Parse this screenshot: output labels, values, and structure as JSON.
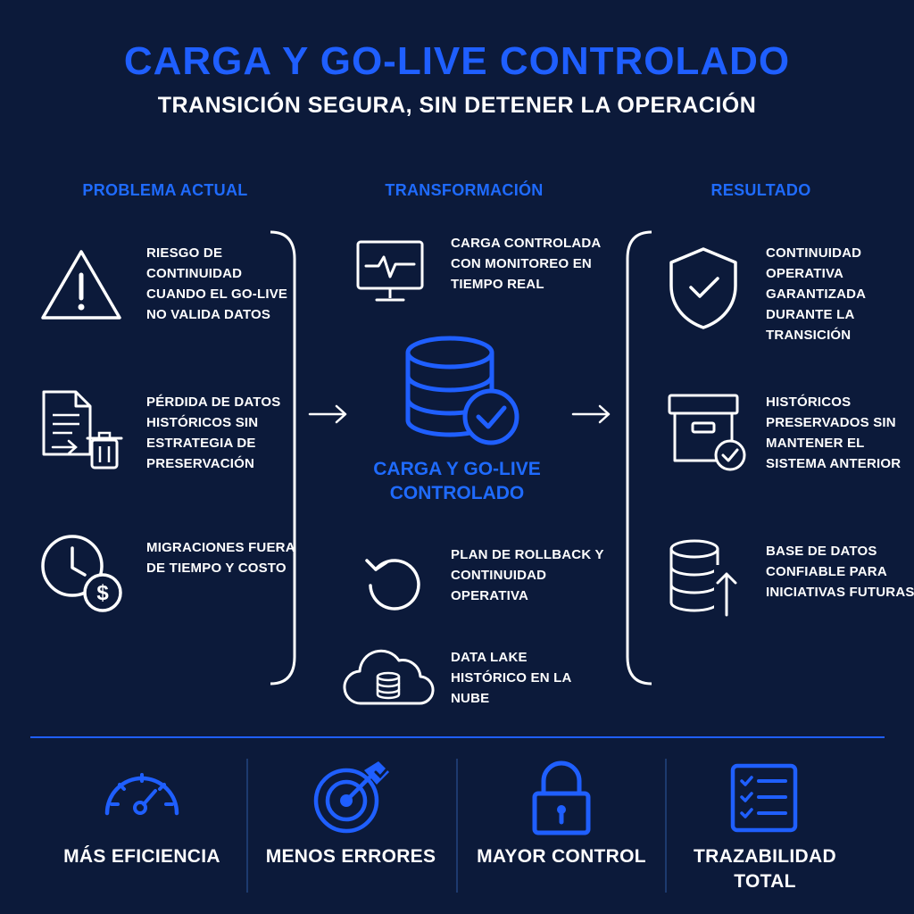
{
  "header": {
    "title": "CARGA Y GO-LIVE CONTROLADO",
    "subtitle": "TRANSICIÓN SEGURA, SIN DETENER LA OPERACIÓN"
  },
  "columns": {
    "problem": {
      "heading": "PROBLEMA ACTUAL",
      "items": [
        {
          "icon": "warning-icon",
          "text": "RIESGO DE CONTINUIDAD CUANDO EL GO-LIVE NO VALIDA DATOS"
        },
        {
          "icon": "document-trash-icon",
          "text": "PÉRDIDA DE DATOS HISTÓRICOS SIN ESTRATEGIA DE PRESERVACIÓN"
        },
        {
          "icon": "clock-cost-icon",
          "text": "MIGRACIONES FUERA DE TIEMPO Y COSTO"
        }
      ]
    },
    "transformation": {
      "heading": "TRANSFORMACIÓN",
      "center_label": "CARGA Y GO-LIVE CONTROLADO",
      "items": [
        {
          "icon": "monitor-pulse-icon",
          "text": "CARGA CONTROLADA CON MONITOREO EN TIEMPO REAL"
        },
        {
          "icon": "rollback-icon",
          "text": "PLAN DE ROLLBACK Y CONTINUIDAD OPERATIVA"
        },
        {
          "icon": "cloud-database-icon",
          "text": "DATA LAKE HISTÓRICO EN LA NUBE"
        }
      ]
    },
    "result": {
      "heading": "RESULTADO",
      "items": [
        {
          "icon": "shield-check-icon",
          "text": "CONTINUIDAD OPERATIVA GARANTIZADA DURANTE LA TRANSICIÓN"
        },
        {
          "icon": "archive-box-icon",
          "text": "HISTÓRICOS PRESERVADOS SIN MANTENER EL SISTEMA ANTERIOR"
        },
        {
          "icon": "database-up-icon",
          "text": "BASE DE DATOS CONFIABLE PARA INICIATIVAS FUTURAS"
        }
      ]
    }
  },
  "benefits": [
    {
      "icon": "gauge-icon",
      "label": "MÁS EFICIENCIA"
    },
    {
      "icon": "target-icon",
      "label": "MENOS ERRORES"
    },
    {
      "icon": "lock-icon",
      "label": "MAYOR CONTROL"
    },
    {
      "icon": "checklist-icon",
      "label": "TRAZABILIDAD TOTAL"
    }
  ],
  "colors": {
    "background": "#0c1a3a",
    "accent": "#1f5fff",
    "text": "#ffffff"
  }
}
